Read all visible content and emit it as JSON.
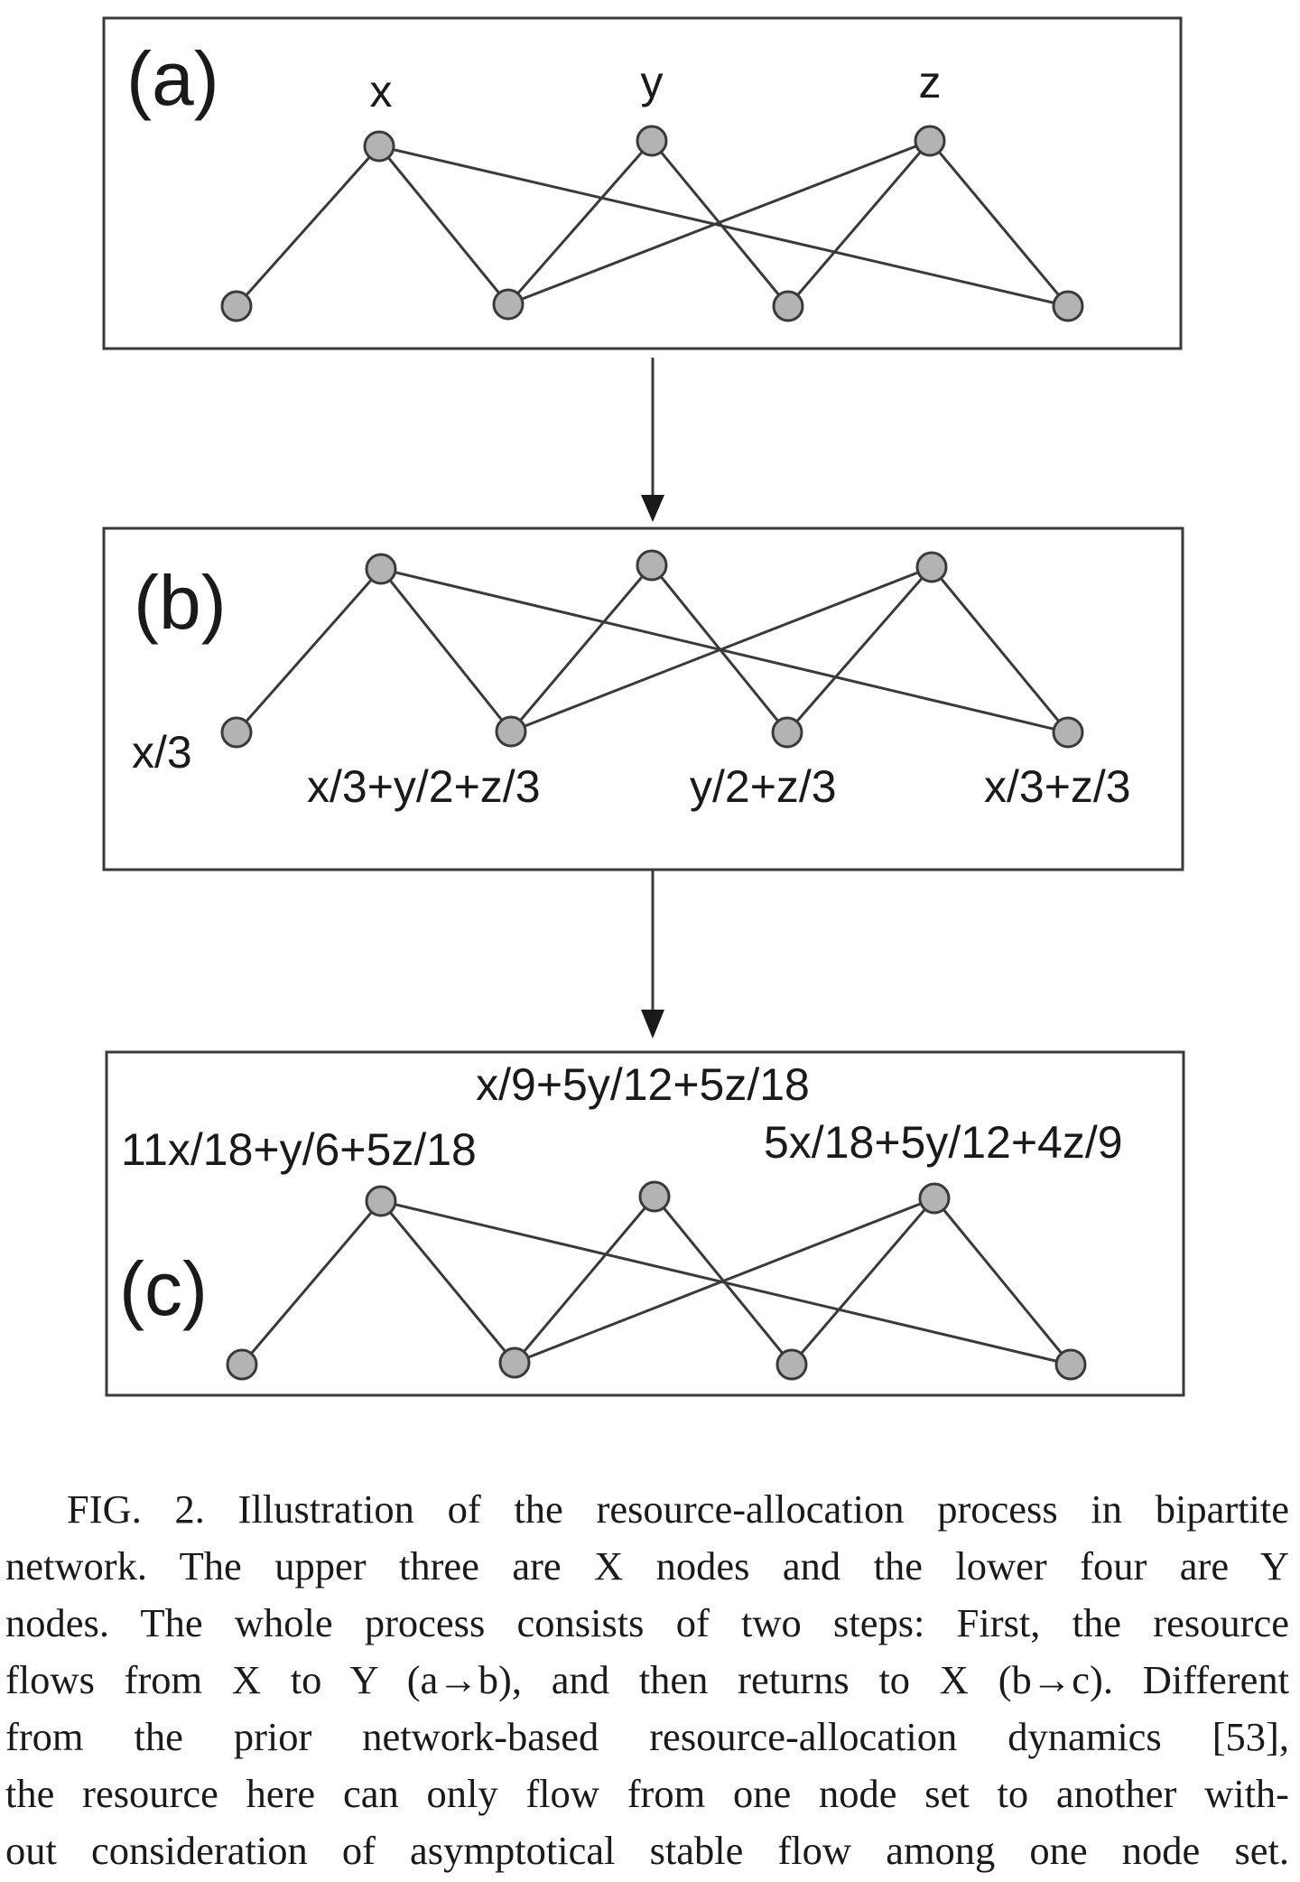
{
  "panels": {
    "a": {
      "letter": "(a)",
      "x_label": "x",
      "y_label": "y",
      "z_label": "z"
    },
    "b": {
      "letter": "(b)",
      "y_values": [
        "x/3",
        "x/3+y/2+z/3",
        "y/2+z/3",
        "x/3+z/3"
      ]
    },
    "c": {
      "letter": "(c)",
      "x_values": [
        "11x/18+y/6+5z/18",
        "x/9+5y/12+5z/18",
        "5x/18+5y/12+4z/9"
      ]
    }
  },
  "edges": [
    [
      0,
      0
    ],
    [
      0,
      1
    ],
    [
      0,
      3
    ],
    [
      1,
      1
    ],
    [
      1,
      2
    ],
    [
      2,
      1
    ],
    [
      2,
      2
    ],
    [
      2,
      3
    ]
  ],
  "colors": {
    "node_fill": "#b3b3b3",
    "stroke": "#3a3a3a"
  },
  "caption": {
    "lines": [
      "FIG. 2. Illustration of the resource-allocation process in bipartite",
      "network. The upper three are X nodes and the lower four are Y",
      "nodes. The whole process consists of two steps: First, the resource",
      "flows from X to Y (a→b), and then returns to X (b→c). Different",
      "from the prior network-based resource-allocation dynamics [53],",
      "the resource here can only flow from one node set to another with-",
      "out consideration of asymptotical stable flow among one node set."
    ]
  }
}
